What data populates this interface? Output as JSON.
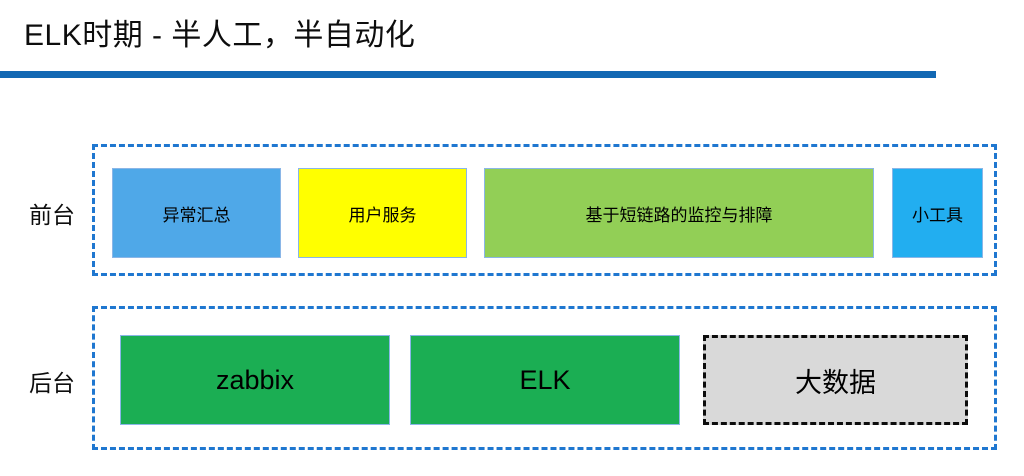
{
  "slide": {
    "title": "ELK时期 - 半人工，半自动化",
    "accent_color": "#1268B3",
    "background_color": "#FFFFFF"
  },
  "rows": [
    {
      "id": "frontstage",
      "label": "前台",
      "container_border_color": "#1F77D0",
      "cards": [
        {
          "id": "exception-summary",
          "label": "异常汇总",
          "fill": "#4FA8E8",
          "border": "#8AB6E7",
          "border_style": "solid"
        },
        {
          "id": "user-service",
          "label": "用户服务",
          "fill": "#FFFF00",
          "border": "#8AB6E7",
          "border_style": "solid"
        },
        {
          "id": "short-link-monitoring",
          "label": "基于短链路的监控与排障",
          "fill": "#92CF56",
          "border": "#8AB6E7",
          "border_style": "solid"
        },
        {
          "id": "small-tools",
          "label": "小工具",
          "fill": "#22AEF0",
          "border": "#8AB6E7",
          "border_style": "solid"
        }
      ]
    },
    {
      "id": "backstage",
      "label": "后台",
      "container_border_color": "#1F77D0",
      "cards": [
        {
          "id": "zabbix",
          "label": "zabbix",
          "fill": "#1BAE53",
          "border": "#8AB6E7",
          "border_style": "solid"
        },
        {
          "id": "elk",
          "label": "ELK",
          "fill": "#1BAE53",
          "border": "#8AB6E7",
          "border_style": "solid"
        },
        {
          "id": "big-data",
          "label": "大数据",
          "fill": "#D9D9D9",
          "border": "#0D0D0D",
          "border_style": "dashed"
        }
      ]
    }
  ]
}
